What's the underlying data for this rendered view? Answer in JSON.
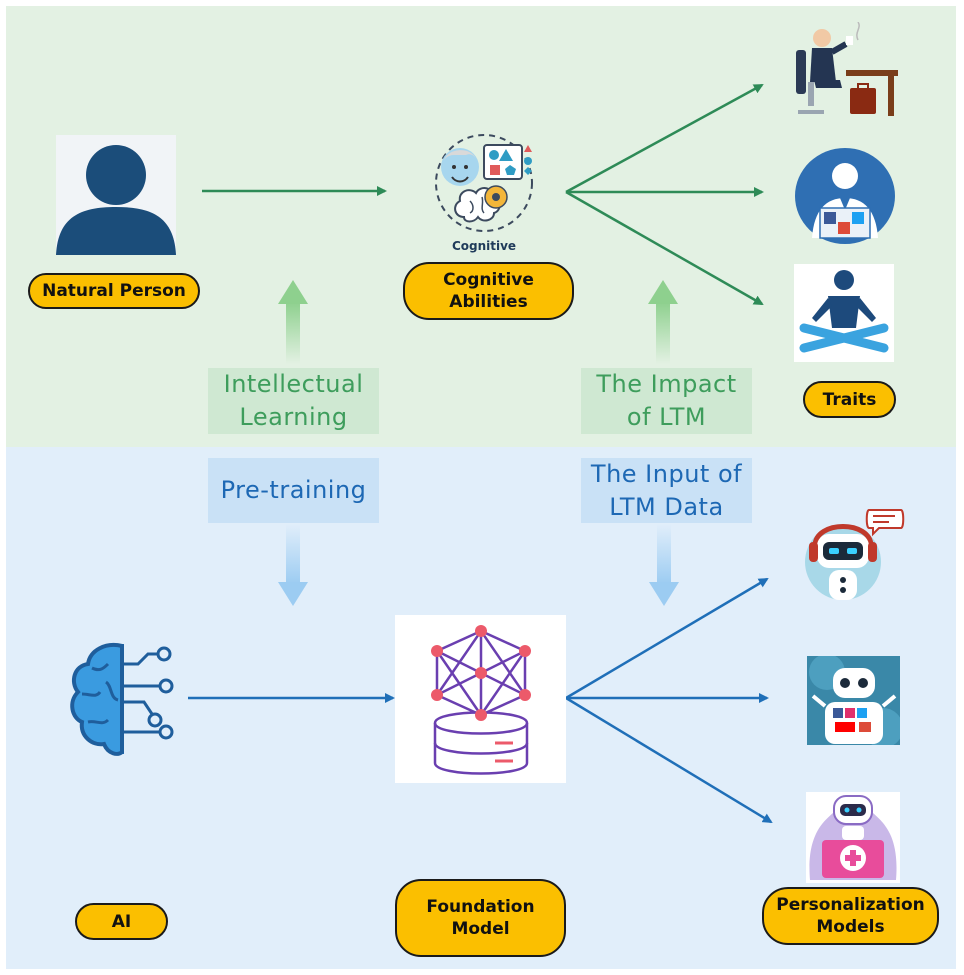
{
  "labels": {
    "natural_person": "Natural Person",
    "cognitive_abilities": "Cognitive\nAbilities",
    "traits": "Traits",
    "ai": "AI",
    "foundation_model": "Foundation\nModel",
    "personalization_models": "Personalization\nModels"
  },
  "arrow_labels": {
    "intellectual_learning": "Intellectual\nLearning",
    "impact_of_ltm": "The Impact\nof LTM",
    "pre_training": "Pre-training",
    "input_of_ltm_data": "The Input of\nLTM Data"
  },
  "icon_text": {
    "cognitive": "Cognitive"
  },
  "colors": {
    "top_bg": "#e3f1e3",
    "bottom_bg": "#e1eefa",
    "pill": "#fbbf00",
    "green_arrow": "#2e8b57",
    "blue_arrow": "#1f6fb8"
  }
}
